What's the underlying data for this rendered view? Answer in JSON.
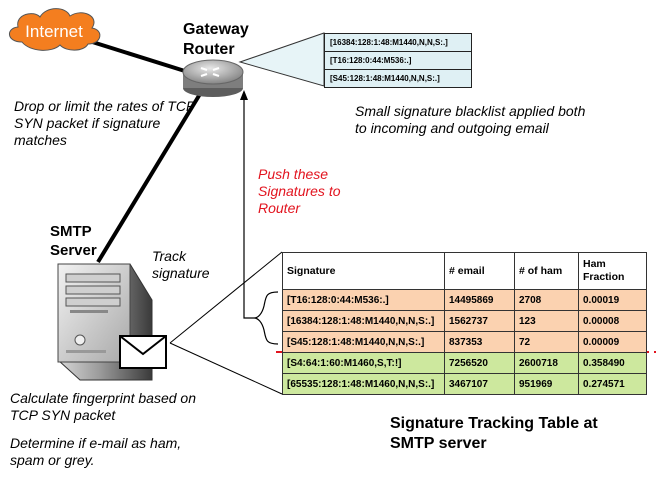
{
  "colors": {
    "internet_cloud": "#f47e1f",
    "router_box": "#dff0f4",
    "ham_rows": "#fbd2b0",
    "spam_rows": "#cde89e",
    "push_text": "#e2141f",
    "divider": "#e2141f"
  },
  "internet": {
    "label": "Internet"
  },
  "router": {
    "title": "Gateway Router",
    "signatures": [
      "[16384:128:1:48:M1440,N,N,S:.]",
      "[T16:128:0:44:M536:.]",
      "[S45:128:1:48:M1440,N,N,S:.]"
    ]
  },
  "notes": {
    "drop": "Drop or limit the rates of TCP SYN packet if signature matches",
    "blacklist": "Small signature blacklist applied both to incoming and outgoing email",
    "push": "Push these Signatures to Router",
    "track": "Track signature",
    "calculate": "Calculate fingerprint based on TCP SYN packet",
    "determine": "Determine if e-mail as ham, spam or grey."
  },
  "smtp": {
    "title": "SMTP Server"
  },
  "table": {
    "caption": "Signature Tracking Table at SMTP server",
    "headers": [
      "Signature",
      "# email",
      "# of ham",
      "Ham Fraction"
    ],
    "rows": [
      {
        "signature": "[T16:128:0:44:M536:.]",
        "emails": "14495869",
        "ham": "2708",
        "fraction": "0.00019",
        "kind": "ham"
      },
      {
        "signature": "[16384:128:1:48:M1440,N,N,S:.]",
        "emails": "1562737",
        "ham": "123",
        "fraction": "0.00008",
        "kind": "ham"
      },
      {
        "signature": "[S45:128:1:48:M1440,N,N,S:.]",
        "emails": "837353",
        "ham": "72",
        "fraction": "0.00009",
        "kind": "ham"
      },
      {
        "signature": "[S4:64:1:60:M1460,S,T:!]",
        "emails": "7256520",
        "ham": "2600718",
        "fraction": "0.358490",
        "kind": "spam"
      },
      {
        "signature": "[65535:128:1:48:M1460,N,N,S:.]",
        "emails": "3467107",
        "ham": "951969",
        "fraction": "0.274571",
        "kind": "spam"
      }
    ]
  }
}
